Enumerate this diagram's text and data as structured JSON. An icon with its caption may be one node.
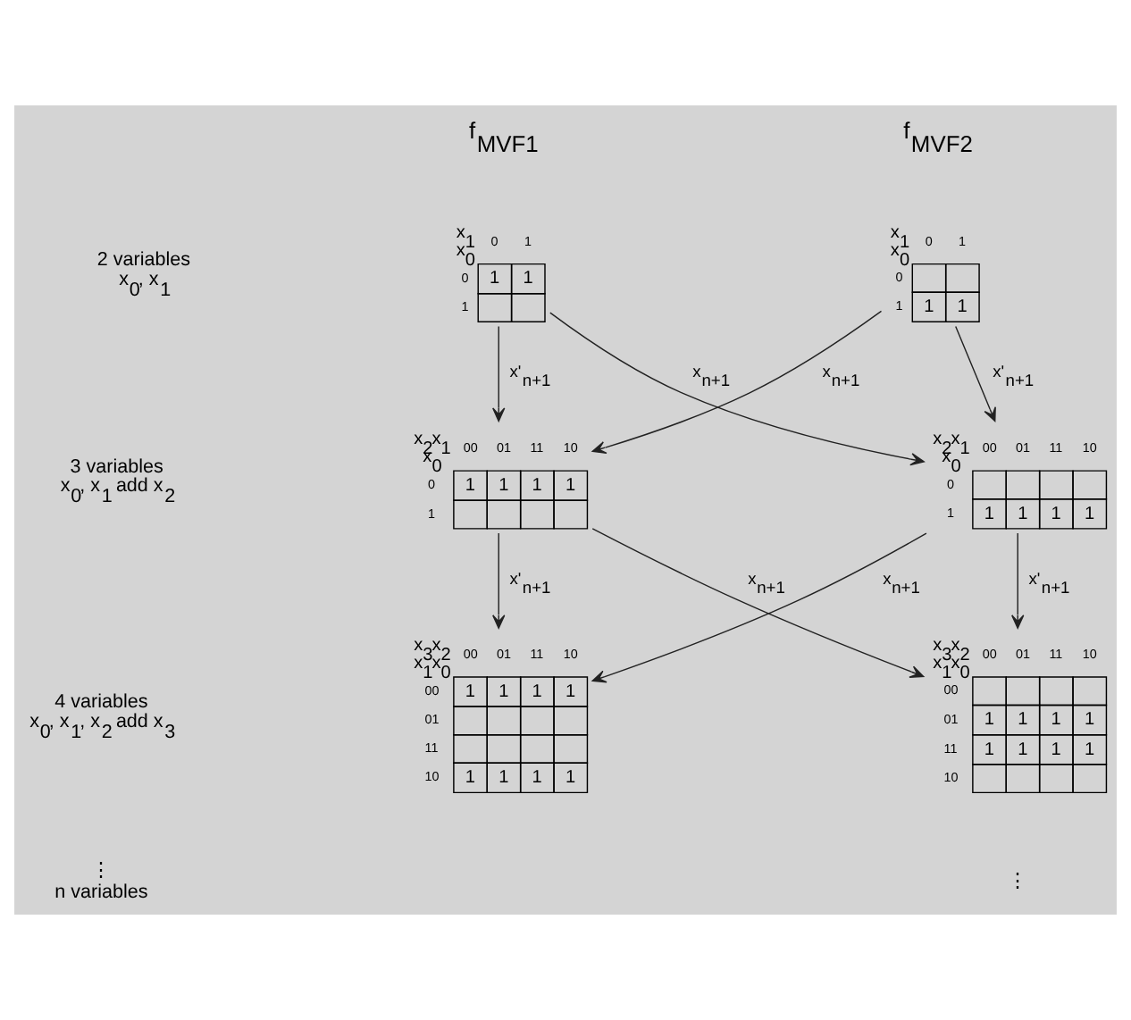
{
  "diagram": {
    "nodes": [
      {
        "text": [
          "x$_{1}$ x$_{0}$",
          "0 1",
          "0 1 1",
          "1"
        ]
      },
      {
        "text": [
          "x$_{1}$ x$_{0}$",
          "0 1",
          "0",
          "1 1 1"
        ]
      },
      {
        "text": [
          "x$_{2}$x$_{1}$ x$_{0}$",
          "00 01 11 10",
          "0 1 1 1 1",
          "1"
        ]
      },
      {
        "text": [
          "x$_{2}$x$_{1}$ x$_{0}$",
          "00 01 11 10",
          "0",
          "1 1 1 1 1"
        ]
      },
      {
        "text": [
          "x$_{3}$x$_{2}$ x$_{1}$x$_{0}$",
          "00 01 11 10",
          "00 1 1 1 1",
          "01",
          "11",
          "10 1 1 1 1"
        ]
      },
      {
        "text": [
          "x$_{3}$x$_{2}$ x$_{1}$x$_{0}$",
          "00 01 11 10",
          "00",
          "01 1 1 1 1",
          "11 1 1 1 1",
          "10"
        ]
      }
    ],
    "edges": [
      {
        "from": 0,
        "to": 2,
        "arrow": "to",
        "label": "x'$_{n+1}$"
      },
      {
        "from": 0,
        "to": 3,
        "arrow": "to",
        "label": "x$_{n+1}$"
      },
      {
        "from": 1,
        "to": 3,
        "arrow": "to",
        "label": "x'$_{n+1}$"
      },
      {
        "from": 1,
        "to": 2,
        "arrow": "to",
        "label": "x$_{n+1}$"
      },
      {
        "from": 2,
        "to": 4,
        "arrow": "to",
        "label": "x'$_{n+1}$"
      },
      {
        "from": 2,
        "to": 5,
        "arrow": "to",
        "label": "x$_{n+1}$"
      },
      {
        "from": 3,
        "to": 5,
        "arrow": "to",
        "label": "x'$_{n+1}$"
      },
      {
        "from": 3,
        "to": 4,
        "arrow": "to",
        "label": "x$_{n+1}$"
      }
    ],
    "labels": [
      "f$_{MVF1}$",
      "f$_{MVF2}$",
      "2 variables",
      "x$_{0}$, x$_{1}$",
      "3 variables",
      "x$_{0}$, x$_{1}$ add x$_{2}$",
      "4 variables",
      "x$_{0}$, x$_{1}$, x$_{2}$ add x$_{3}$",
      "⋮",
      "n variables",
      "⋮"
    ]
  }
}
